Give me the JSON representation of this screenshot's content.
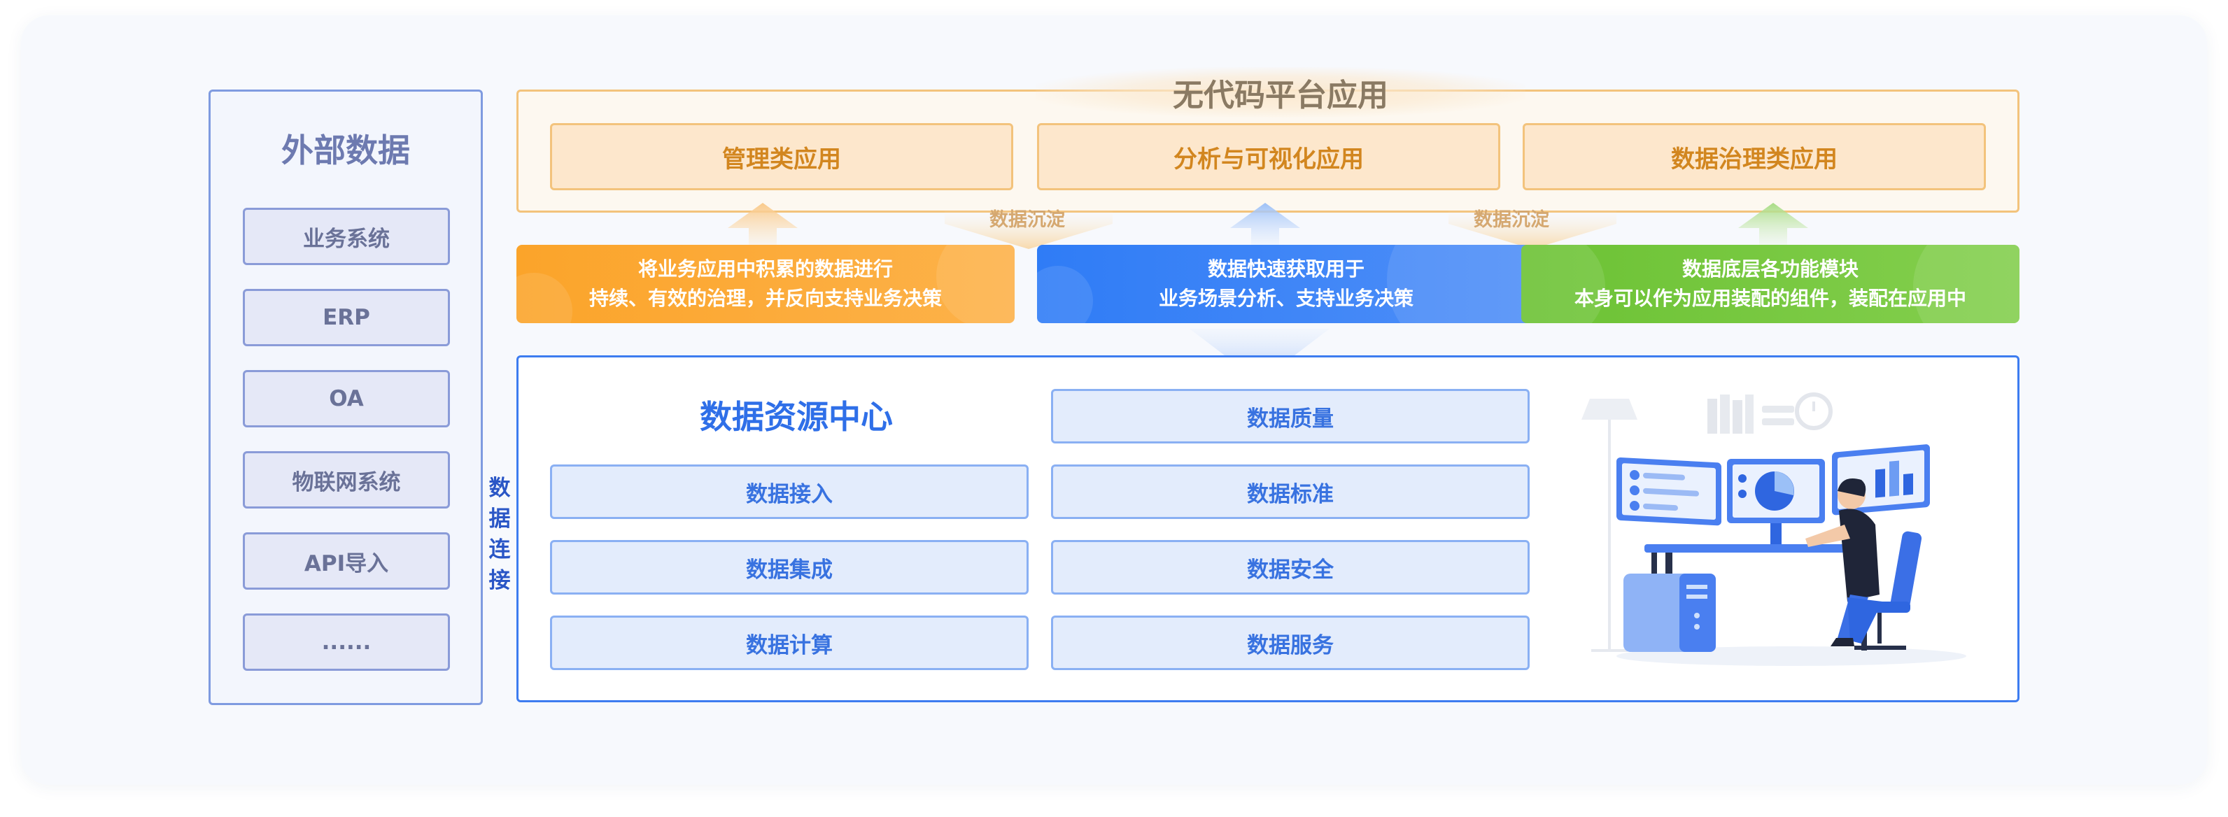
{
  "external": {
    "title": "外部数据",
    "items": [
      "业务系统",
      "ERP",
      "OA",
      "物联网系统",
      "API导入",
      "......"
    ]
  },
  "connector": {
    "chars": [
      "数",
      "据",
      "连",
      "接"
    ]
  },
  "nocode": {
    "title": "无代码平台应用",
    "apps": [
      "管理类应用",
      "分析与可视化应用",
      "数据治理类应用"
    ],
    "sediment": [
      "数据沉淀",
      "数据沉淀"
    ]
  },
  "cards": [
    {
      "line1": "将业务应用中积累的数据进行",
      "line2": "持续、有效的治理，并反向支持业务决策",
      "color": "#fba42a"
    },
    {
      "line1": "数据快速获取用于",
      "line2": "业务场景分析、支持业务决策",
      "color": "#2f7cf6"
    },
    {
      "line1": "数据底层各功能模块",
      "line2": "本身可以作为应用装配的组件，装配在应用中",
      "color": "#6cc234"
    }
  ],
  "center": {
    "title": "数据资源中心",
    "left_items": [
      "数据接入",
      "数据集成",
      "数据计算"
    ],
    "right_items": [
      "数据质量",
      "数据标准",
      "数据安全",
      "数据服务"
    ]
  },
  "illustration": {
    "icon": "person-at-computer-illustration"
  },
  "colors": {
    "orange": "#fba42a",
    "blue": "#2f7cf6",
    "green": "#6cc234",
    "panel_border": "#7f9be0",
    "center_border": "#3d7cf0"
  }
}
